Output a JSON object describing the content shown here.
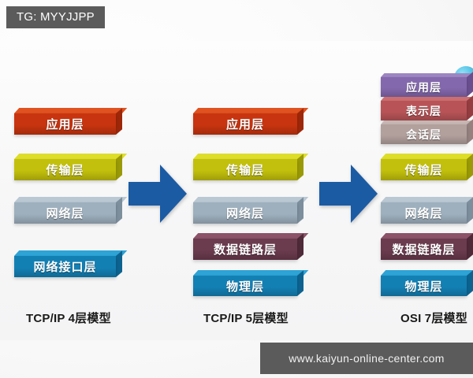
{
  "badge": {
    "label": "TG: MYYJJPP"
  },
  "watermark": {
    "text": "www.kaiyun-online-center.com"
  },
  "columns": [
    {
      "id": "tcpip-4",
      "caption": "TCP/IP 4层模型",
      "layers": [
        {
          "name": "应用层",
          "color": "#c7340f",
          "top": "#e0521f",
          "side": "#9e2709"
        },
        {
          "name": "传输层",
          "color": "#c2c00c",
          "top": "#dede2a",
          "side": "#9a9a07"
        },
        {
          "name": "网络层",
          "color": "#9eb0be",
          "top": "#b9c8d3",
          "side": "#7d8f9d"
        },
        {
          "name": "网络接口层",
          "color": "#1380b4",
          "top": "#2ea3d6",
          "side": "#0d6390"
        }
      ]
    },
    {
      "id": "tcpip-5",
      "caption": "TCP/IP 5层模型",
      "layers": [
        {
          "name": "应用层",
          "color": "#c7340f",
          "top": "#e0521f",
          "side": "#9e2709"
        },
        {
          "name": "传输层",
          "color": "#c2c00c",
          "top": "#dede2a",
          "side": "#9a9a07"
        },
        {
          "name": "网络层",
          "color": "#9eb0be",
          "top": "#b9c8d3",
          "side": "#7d8f9d"
        },
        {
          "name": "数据链路层",
          "color": "#6b3b4e",
          "top": "#8c5267",
          "side": "#4f2a39"
        },
        {
          "name": "物理层",
          "color": "#1380b4",
          "top": "#2ea3d6",
          "side": "#0d6390"
        }
      ]
    },
    {
      "id": "osi-7",
      "caption": "OSI 7层模型",
      "layers": [
        {
          "name": "应用层",
          "color": "#8468ad",
          "top": "#9d85c2",
          "side": "#6a4f90"
        },
        {
          "name": "表示层",
          "color": "#b85458",
          "top": "#cb6e71",
          "side": "#953d41"
        },
        {
          "name": "会话层",
          "color": "#b2a09d",
          "top": "#c6b6b3",
          "side": "#95827f"
        },
        {
          "name": "传输层",
          "color": "#c2c00c",
          "top": "#dede2a",
          "side": "#9a9a07"
        },
        {
          "name": "网络层",
          "color": "#9eb0be",
          "top": "#b9c8d3",
          "side": "#7d8f9d"
        },
        {
          "name": "数据链路层",
          "color": "#6b3b4e",
          "top": "#8c5267",
          "side": "#4f2a39"
        },
        {
          "name": "物理层",
          "color": "#1380b4",
          "top": "#2ea3d6",
          "side": "#0d6390"
        }
      ]
    }
  ],
  "arrows": [
    {
      "id": "arrow-1",
      "color": "#1b5ba3"
    },
    {
      "id": "arrow-2",
      "color": "#1b5ba3"
    }
  ],
  "decor": {
    "circle_color": "#35b4dd"
  }
}
